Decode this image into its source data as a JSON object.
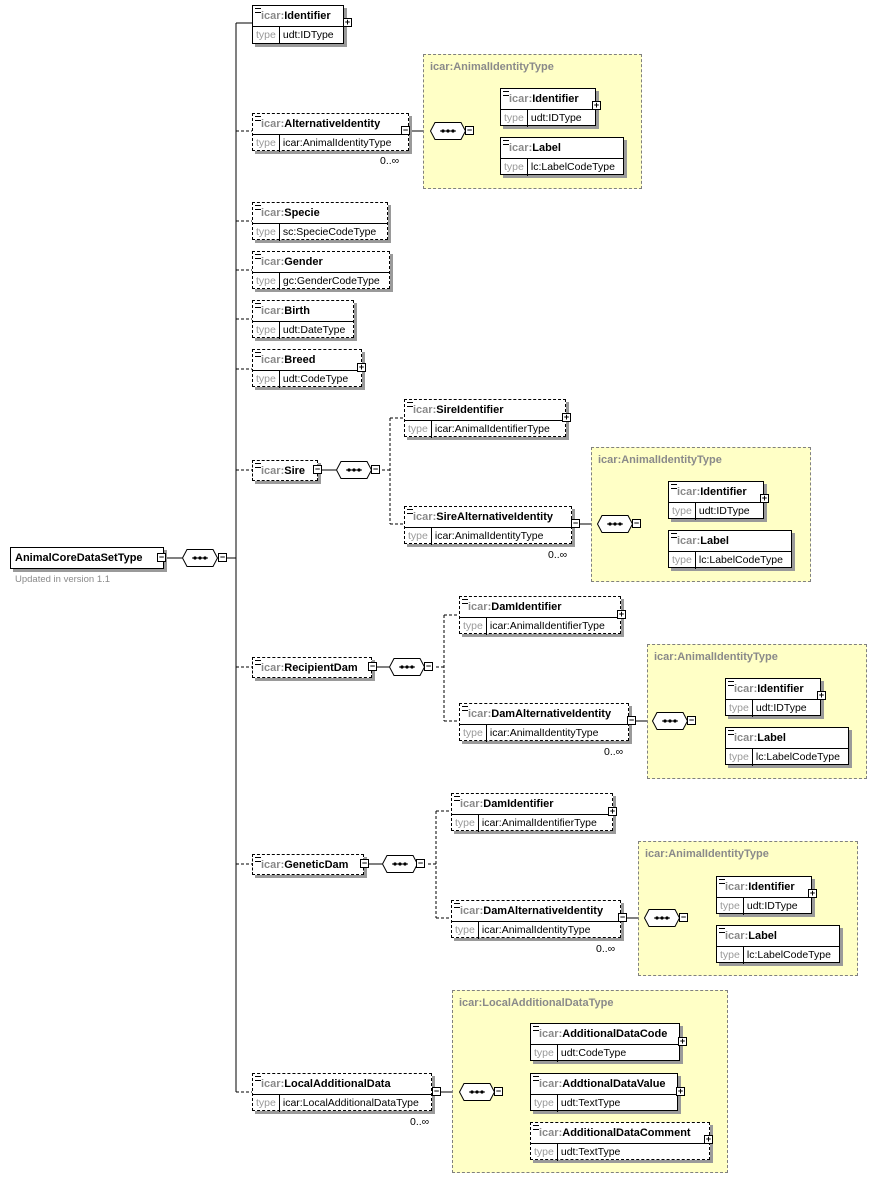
{
  "root": {
    "name": "AnimalCoreDataSetType",
    "note": "Updated in version 1.1"
  },
  "prefix": "icar:",
  "type_label": "type",
  "multiplicity": "0..∞",
  "elements": {
    "identifier": {
      "name": "Identifier",
      "type": "udt:IDType"
    },
    "alternative_identity": {
      "name": "AlternativeIdentity",
      "type": "icar:AnimalIdentityType",
      "multiplicity": "0..∞",
      "group": {
        "title": "icar:AnimalIdentityType",
        "identifier": {
          "name": "Identifier",
          "type": "udt:IDType"
        },
        "label": {
          "name": "Label",
          "type": "lc:LabelCodeType"
        }
      }
    },
    "specie": {
      "name": "Specie",
      "type": "sc:SpecieCodeType"
    },
    "gender": {
      "name": "Gender",
      "type": "gc:GenderCodeType"
    },
    "birth": {
      "name": "Birth",
      "type": "udt:DateType"
    },
    "breed": {
      "name": "Breed",
      "type": "udt:CodeType"
    },
    "sire": {
      "name": "Sire",
      "sire_identifier": {
        "name": "SireIdentifier",
        "type": "icar:AnimalIdentifierType"
      },
      "sire_alternative_identity": {
        "name": "SireAlternativeIdentity",
        "type": "icar:AnimalIdentityType",
        "multiplicity": "0..∞"
      },
      "group": {
        "title": "icar:AnimalIdentityType",
        "identifier": {
          "name": "Identifier",
          "type": "udt:IDType"
        },
        "label": {
          "name": "Label",
          "type": "lc:LabelCodeType"
        }
      }
    },
    "recipient_dam": {
      "name": "RecipientDam",
      "dam_identifier": {
        "name": "DamIdentifier",
        "type": "icar:AnimalIdentifierType"
      },
      "dam_alternative_identity": {
        "name": "DamAlternativeIdentity",
        "type": "icar:AnimalIdentityType",
        "multiplicity": "0..∞"
      },
      "group": {
        "title": "icar:AnimalIdentityType",
        "identifier": {
          "name": "Identifier",
          "type": "udt:IDType"
        },
        "label": {
          "name": "Label",
          "type": "lc:LabelCodeType"
        }
      }
    },
    "genetic_dam": {
      "name": "GeneticDam",
      "dam_identifier": {
        "name": "DamIdentifier",
        "type": "icar:AnimalIdentifierType"
      },
      "dam_alternative_identity": {
        "name": "DamAlternativeIdentity",
        "type": "icar:AnimalIdentityType",
        "multiplicity": "0..∞"
      },
      "group": {
        "title": "icar:AnimalIdentityType",
        "identifier": {
          "name": "Identifier",
          "type": "udt:IDType"
        },
        "label": {
          "name": "Label",
          "type": "lc:LabelCodeType"
        }
      }
    },
    "local_additional_data": {
      "name": "LocalAdditionalData",
      "type": "icar:LocalAdditionalDataType",
      "multiplicity": "0..∞",
      "group": {
        "title": "icar:LocalAdditionalDataType",
        "code": {
          "name": "AdditionalDataCode",
          "type": "udt:CodeType"
        },
        "value": {
          "name": "AddtionalDataValue",
          "type": "udt:TextType"
        },
        "comment": {
          "name": "AdditionalDataComment",
          "type": "udt:TextType"
        }
      }
    }
  }
}
